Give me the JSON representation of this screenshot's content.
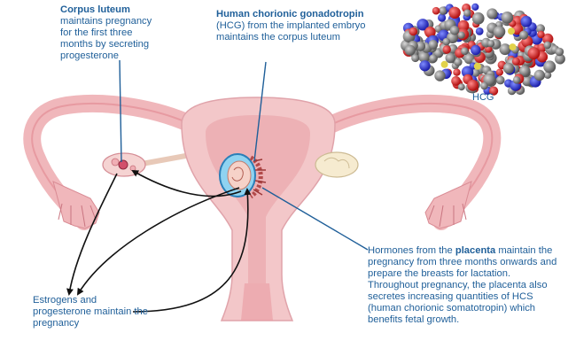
{
  "labels": {
    "corpus_luteum": {
      "bold": "Corpus luteum",
      "text": "maintains pregnancy for the first three months by secreting progesterone"
    },
    "hcg": {
      "bold": "Human chorionic gonadotropin",
      "text": " (HCG) from the implanted embryo maintains the corpus luteum"
    },
    "placenta": {
      "pre": "Hormones from the ",
      "bold": "placenta",
      "text": " maintain the pregnancy from three months onwards and prepare the breasts for lactation. Throughout pregnancy, the placenta also secretes increasing quantities of HCS (human chorionic somatotropin) which benefits fetal growth."
    },
    "estrogens": {
      "text": "Estrogens and progesterone maintain the pregnancy"
    },
    "molecule": "HCG"
  },
  "colors": {
    "uterus_fill": "#f3c7c9",
    "uterus_inner": "#eaa8ad",
    "label_text": "#1f5f99",
    "leader_line": "#1f5f99",
    "arrow": "#111111"
  }
}
